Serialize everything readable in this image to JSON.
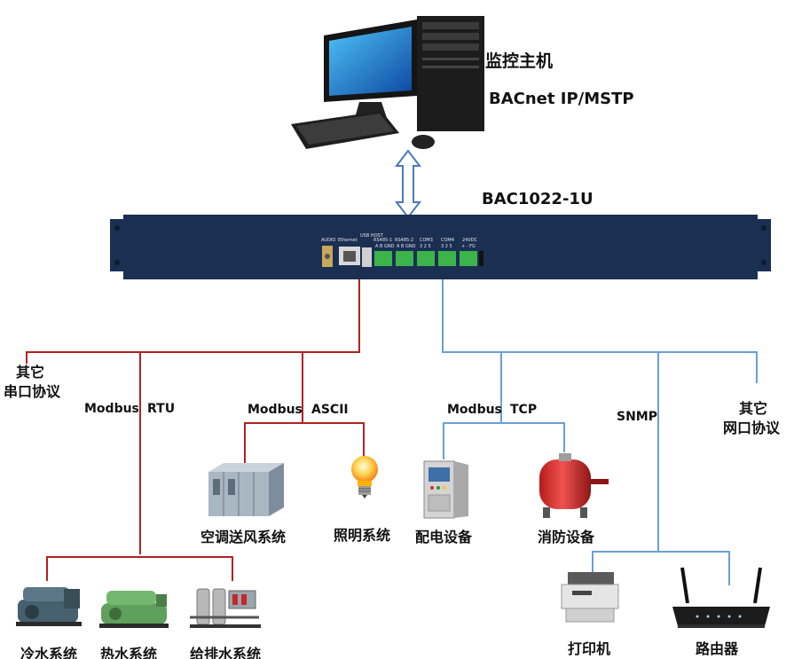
{
  "host": {
    "title": "监控主机",
    "protocol": "BACnet IP/MSTP"
  },
  "device": {
    "model": "BAC1022-1U",
    "port_labels": [
      "AUDIO",
      "Ethernet",
      "USB HOST",
      "RS485-1",
      "RS485-2",
      "COM3",
      "COM4",
      "24VDC"
    ],
    "port_pins": [
      "A B GND",
      "A B GND",
      "3 2 5",
      "3 2 5",
      "+ - FG"
    ]
  },
  "serial": {
    "other": [
      "其它",
      "串口协议"
    ],
    "rtu_label": [
      "Modbus",
      "RTU"
    ],
    "ascii_label": [
      "Modbus",
      "ASCII"
    ],
    "ascii_devices": [
      "空调送风系统",
      "照明系统"
    ],
    "rtu_devices": [
      "冷水系统",
      "热水系统",
      "给排水系统"
    ]
  },
  "network": {
    "tcp_label": [
      "Modbus",
      "TCP"
    ],
    "tcp_devices": [
      "配电设备",
      "消防设备"
    ],
    "snmp_label": "SNMP",
    "snmp_devices": [
      "打印机",
      "路由器"
    ],
    "other": [
      "其它",
      "网口协议"
    ]
  },
  "colors": {
    "serial_line": "#b22222",
    "network_line": "#6a9fd8",
    "device_body": "#1a2f52",
    "terminal": "#3cb44b"
  }
}
